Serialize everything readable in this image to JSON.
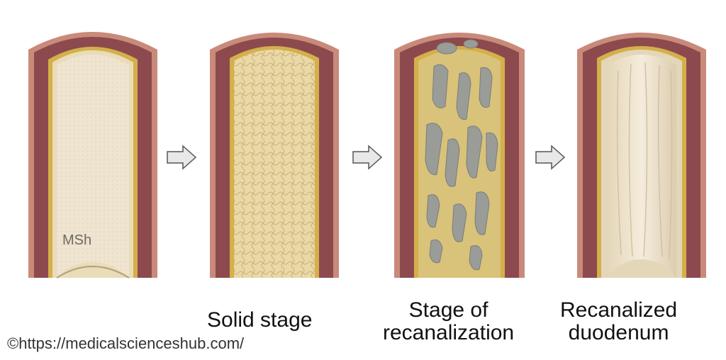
{
  "captions": {
    "stage2": "Solid stage",
    "stage3_line1": "Stage of",
    "stage3_line2": "recanalization",
    "stage4_line1": "Recanalized",
    "stage4_line2": "duodenum"
  },
  "watermark": "MSh",
  "credit": "©https://medicalscienceshub.com/",
  "colors": {
    "muscle": "#8c4a4e",
    "muscle_dark": "#6e3036",
    "serosa": "#c98a7a",
    "yellow_band": "#d4b04a",
    "epithelium": "#e9dcb8",
    "solid_core": "#ead8a6",
    "recanal_core": "#d9c27a",
    "vacuole": "#9a9c98",
    "lumen": "#efe4cf",
    "arrow": "#e8e8e8"
  }
}
